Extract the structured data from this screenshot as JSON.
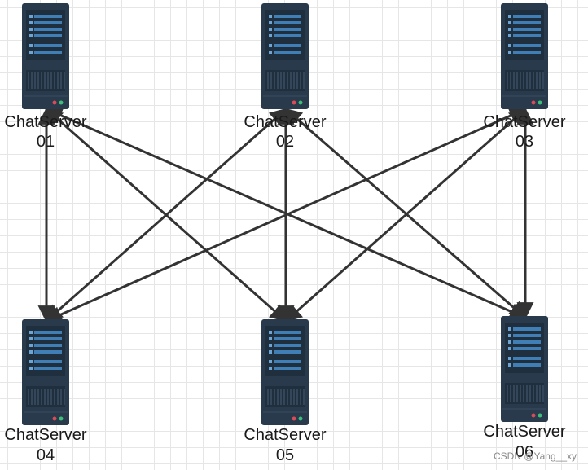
{
  "servers": [
    {
      "id": "01",
      "line1": "ChatServer",
      "line2": "01"
    },
    {
      "id": "02",
      "line1": "ChatServer",
      "line2": "02"
    },
    {
      "id": "03",
      "line1": "ChatServer",
      "line2": "03"
    },
    {
      "id": "04",
      "line1": "ChatServer",
      "line2": "04"
    },
    {
      "id": "05",
      "line1": "ChatServer",
      "line2": "05"
    },
    {
      "id": "06",
      "line1": "ChatServer",
      "line2": "06"
    }
  ],
  "connections": [
    [
      "01",
      "04"
    ],
    [
      "01",
      "05"
    ],
    [
      "01",
      "06"
    ],
    [
      "02",
      "04"
    ],
    [
      "02",
      "05"
    ],
    [
      "02",
      "06"
    ],
    [
      "03",
      "04"
    ],
    [
      "03",
      "05"
    ],
    [
      "03",
      "06"
    ]
  ],
  "colors": {
    "server_body": "#283a4b",
    "server_panel": "#1f2f3e",
    "server_bar": "#3f7fb5",
    "server_bar_light": "#6aa5d6",
    "led_red": "#d84b57",
    "led_green": "#3cbf7a",
    "arrow": "#333333"
  },
  "watermark": "CSDN @Yang__xy"
}
